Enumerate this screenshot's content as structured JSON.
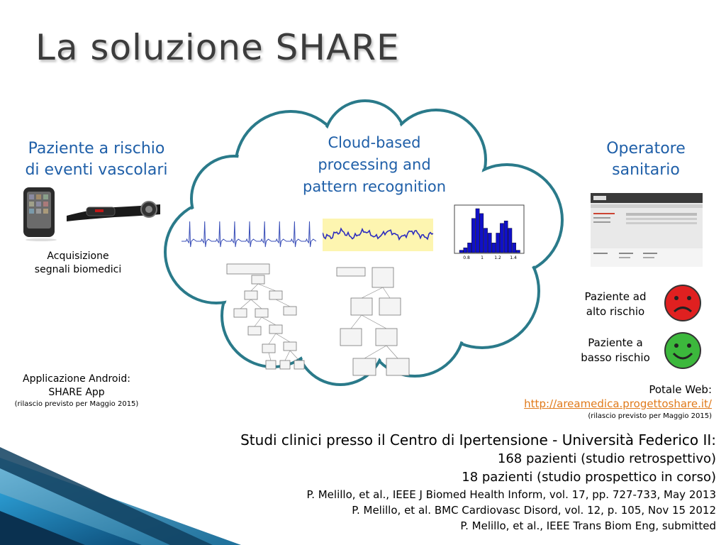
{
  "title": "La soluzione SHARE",
  "left": {
    "heading_line1": "Paziente a rischio",
    "heading_line2": "di eventi vascolari",
    "acq_line1": "Acquisizione",
    "acq_line2": "segnali biomedici",
    "app_line1": "Applicazione Android:",
    "app_line2": "SHARE App",
    "app_line3": "(rilascio previsto per Maggio 2015)"
  },
  "cloud": {
    "line1": "Cloud-based",
    "line2": "processing and",
    "line3": "pattern recognition"
  },
  "right": {
    "heading_line1": "Operatore",
    "heading_line2": "sanitario",
    "high_risk_line1": "Paziente ad",
    "high_risk_line2": "alto rischio",
    "low_risk_line1": "Paziente a",
    "low_risk_line2": "basso rischio",
    "portal_label": "Potale Web:",
    "portal_url": "http://areamedica.progettoshare.it/",
    "portal_note": "(rilascio previsto per Maggio 2015)"
  },
  "studies": {
    "line1": "Studi clinici presso il Centro di Ipertensione - Università Federico II:",
    "line2": "168 pazienti (studio retrospettivo)",
    "line3": "18 pazienti (studio prospettico in corso)"
  },
  "refs": [
    "P. Melillo, et al., IEEE J Biomed Health Inform, vol. 17, pp. 727-733, May 2013",
    "P. Melillo, et al. BMC Cardiovasc Disord, vol. 12, p. 105, Nov 15 2012",
    "P. Melillo, et al., IEEE Trans Biom Eng, submitted"
  ],
  "histogram": {
    "bins": [
      1,
      2,
      4,
      14,
      18,
      16,
      10,
      8,
      4,
      8,
      12,
      13,
      10,
      4,
      1
    ],
    "x_ticks": [
      "0.8",
      "1",
      "1.2",
      "1.4"
    ]
  },
  "colors": {
    "title": "#3c3c3c",
    "accent_blue": "#1f5fa8",
    "cloud_stroke": "#2a7a8a",
    "link": "#e07a1b",
    "sad_face": "#e02020",
    "happy_face": "#3cb83c"
  },
  "icons": {
    "sad": "sad-face-icon",
    "happy": "happy-face-icon"
  }
}
